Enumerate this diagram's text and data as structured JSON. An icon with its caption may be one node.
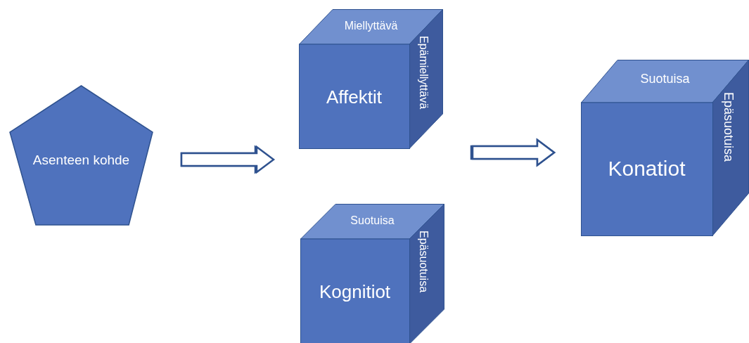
{
  "diagram": {
    "nodes": [
      {
        "text": [
          "Asenteen kohde"
        ]
      },
      {
        "text": [
          "Miellyttävä",
          "Epämiellyttävä",
          "Affektit"
        ]
      },
      {
        "text": [
          "Suotuisa",
          "Epäsuotuisa",
          "Kognitiot"
        ]
      },
      {
        "text": [
          "Suotuisa",
          "Epäsuotuisa",
          "Konatiot"
        ]
      }
    ],
    "edges": [
      {
        "from": 0,
        "to": 1,
        "arrow": "to"
      },
      {
        "from": 0,
        "to": 2,
        "arrow": "to"
      },
      {
        "from": 1,
        "to": 3,
        "arrow": "to"
      },
      {
        "from": 2,
        "to": 3,
        "arrow": "to"
      }
    ]
  }
}
